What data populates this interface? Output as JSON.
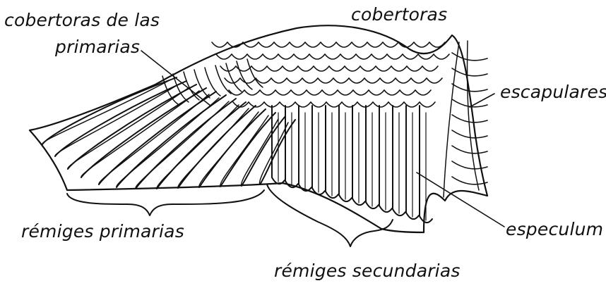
{
  "labels": {
    "coverts_primary_line1": "cobertoras de las",
    "coverts_primary_line2": "primarias",
    "coverts": "cobertoras",
    "scapulars": "escapulares",
    "primaries": "rémiges primarias",
    "secondaries": "rémiges secundarias",
    "speculum": "especulum"
  },
  "colors": {
    "ink": "#111111",
    "paper": "#ffffff"
  }
}
